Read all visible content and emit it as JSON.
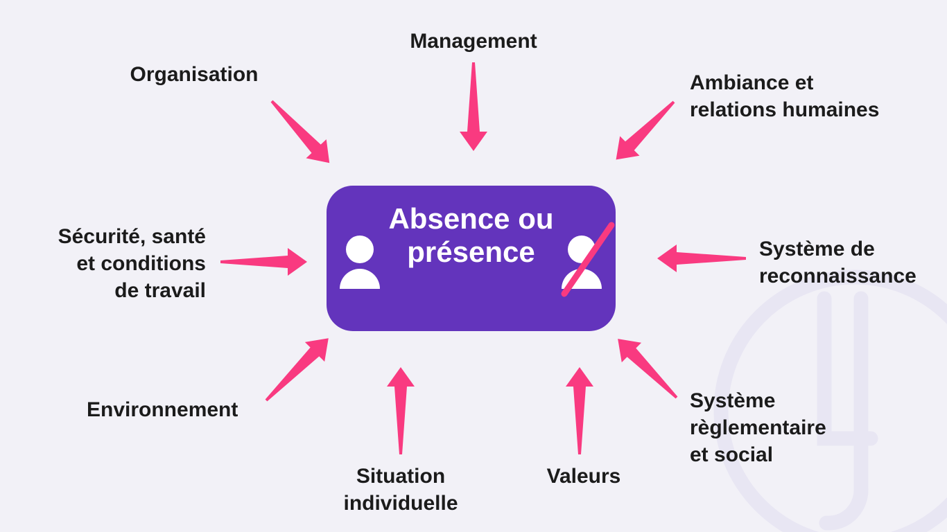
{
  "diagram": {
    "center": {
      "title_lines": [
        "Absence",
        "ou",
        "présence"
      ]
    },
    "factors": {
      "management": {
        "lines": [
          "Management"
        ]
      },
      "organisation": {
        "lines": [
          "Organisation"
        ]
      },
      "ambiance": {
        "lines": [
          "Ambiance et",
          "relations humaines"
        ]
      },
      "securite": {
        "lines": [
          "Sécurité, santé",
          "et conditions",
          "de travail"
        ]
      },
      "reconnaissance": {
        "lines": [
          "Système de",
          "reconnaissance"
        ]
      },
      "environnement": {
        "lines": [
          "Environnement"
        ]
      },
      "situation": {
        "lines": [
          "Situation",
          "individuelle"
        ]
      },
      "valeurs": {
        "lines": [
          "Valeurs"
        ]
      },
      "reglementaire": {
        "lines": [
          "Système",
          "règlementaire",
          "et social"
        ]
      }
    },
    "icons": {
      "present_person": "person-icon",
      "absent_person": "person-slash-icon"
    },
    "colors": {
      "background": "#f2f1f7",
      "box_purple": "#6334bc",
      "accent_pink": "#f93a80",
      "text": "#1b1b1b",
      "title_text": "#ffffff",
      "watermark": "#e8e6f3"
    }
  }
}
